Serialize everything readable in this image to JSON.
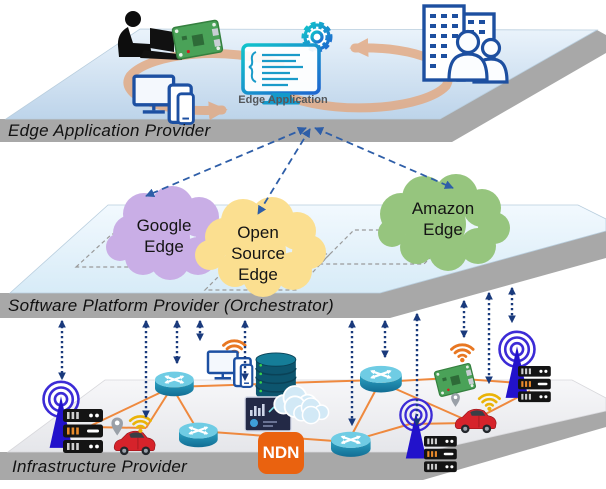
{
  "layers": {
    "top": {
      "band_label": "Edge Application Provider",
      "app_label": "Edge Application",
      "icons": [
        "developer-at-laptop-icon",
        "raspberry-pi-icon",
        "client-devices-icon",
        "edge-application-monitor-gear-icon",
        "enterprise-building-users-icon",
        "cycle-arrows-icon"
      ]
    },
    "middle": {
      "band_label": "Software Platform Provider (Orchestrator)",
      "clouds": [
        {
          "name": "Google Edge",
          "color": "#c9aee6"
        },
        {
          "name": "Open Source Edge",
          "color": "#fbdf90"
        },
        {
          "name": "Amazon Edge",
          "color": "#96c57e"
        }
      ]
    },
    "bottom": {
      "band_label": "Infrastructure Provider",
      "ndn_label": "NDN",
      "ndn_color": "#ea620f",
      "icons": [
        "cell-tower-icon",
        "server-stack-icon",
        "car-icon",
        "location-pin-icon",
        "wifi-icon",
        "router-icon",
        "client-devices-icon",
        "database-icon",
        "dashboard-icon",
        "cloud-icon",
        "raspberry-pi-icon"
      ]
    }
  },
  "colors": {
    "band_gray": "#a8a8a8",
    "top_surface_blue": "#c7daee",
    "dashed_arrow_blue": "#2e5ea8",
    "dotted_arrow_navy": "#1a3a7c",
    "mesh_orange": "#ef8435",
    "cycle_arrow_tan": "#e3a77e"
  }
}
